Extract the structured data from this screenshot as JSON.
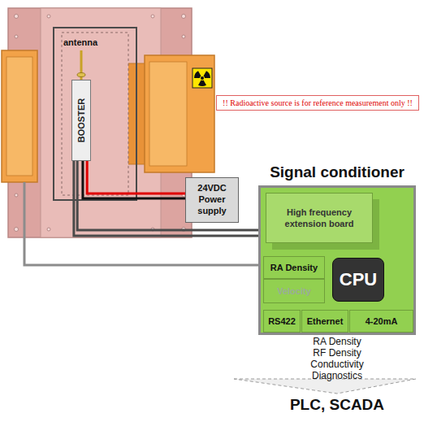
{
  "diagram": {
    "nodes": [
      {
        "text": [
          "BOOSTER"
        ]
      },
      {
        "text": [
          "!! Radioactive source is for reference measurement only !!"
        ]
      },
      {
        "text": [
          "24VDC Power supply"
        ]
      },
      {
        "text": [
          "Signal conditioner"
        ]
      },
      {
        "text": [
          "High frequency extension board"
        ],
        "in": 3
      },
      {
        "text": [
          "RA Density"
        ],
        "in": 3
      },
      {
        "text": [
          "Velocity"
        ],
        "in": 3
      },
      {
        "text": [
          "CPU"
        ],
        "in": 3
      },
      {
        "text": [
          "RS422"
        ],
        "in": 3
      },
      {
        "text": [
          "Ethernet"
        ],
        "in": 3
      },
      {
        "text": [
          "4-20mA"
        ],
        "in": 3
      }
    ],
    "edges": [
      {
        "from": 0,
        "to": 2,
        "arrow": "none"
      },
      {
        "from": 0,
        "to": 2,
        "arrow": "none"
      },
      {
        "from": 0,
        "to": 4,
        "arrow": "none"
      },
      {
        "from": 0,
        "to": 4,
        "arrow": "none"
      }
    ],
    "labels": [
      "antenna",
      "RA Density",
      "RF Density",
      "Conductivity",
      "Diagnostics",
      "PLC, SCADA"
    ]
  }
}
